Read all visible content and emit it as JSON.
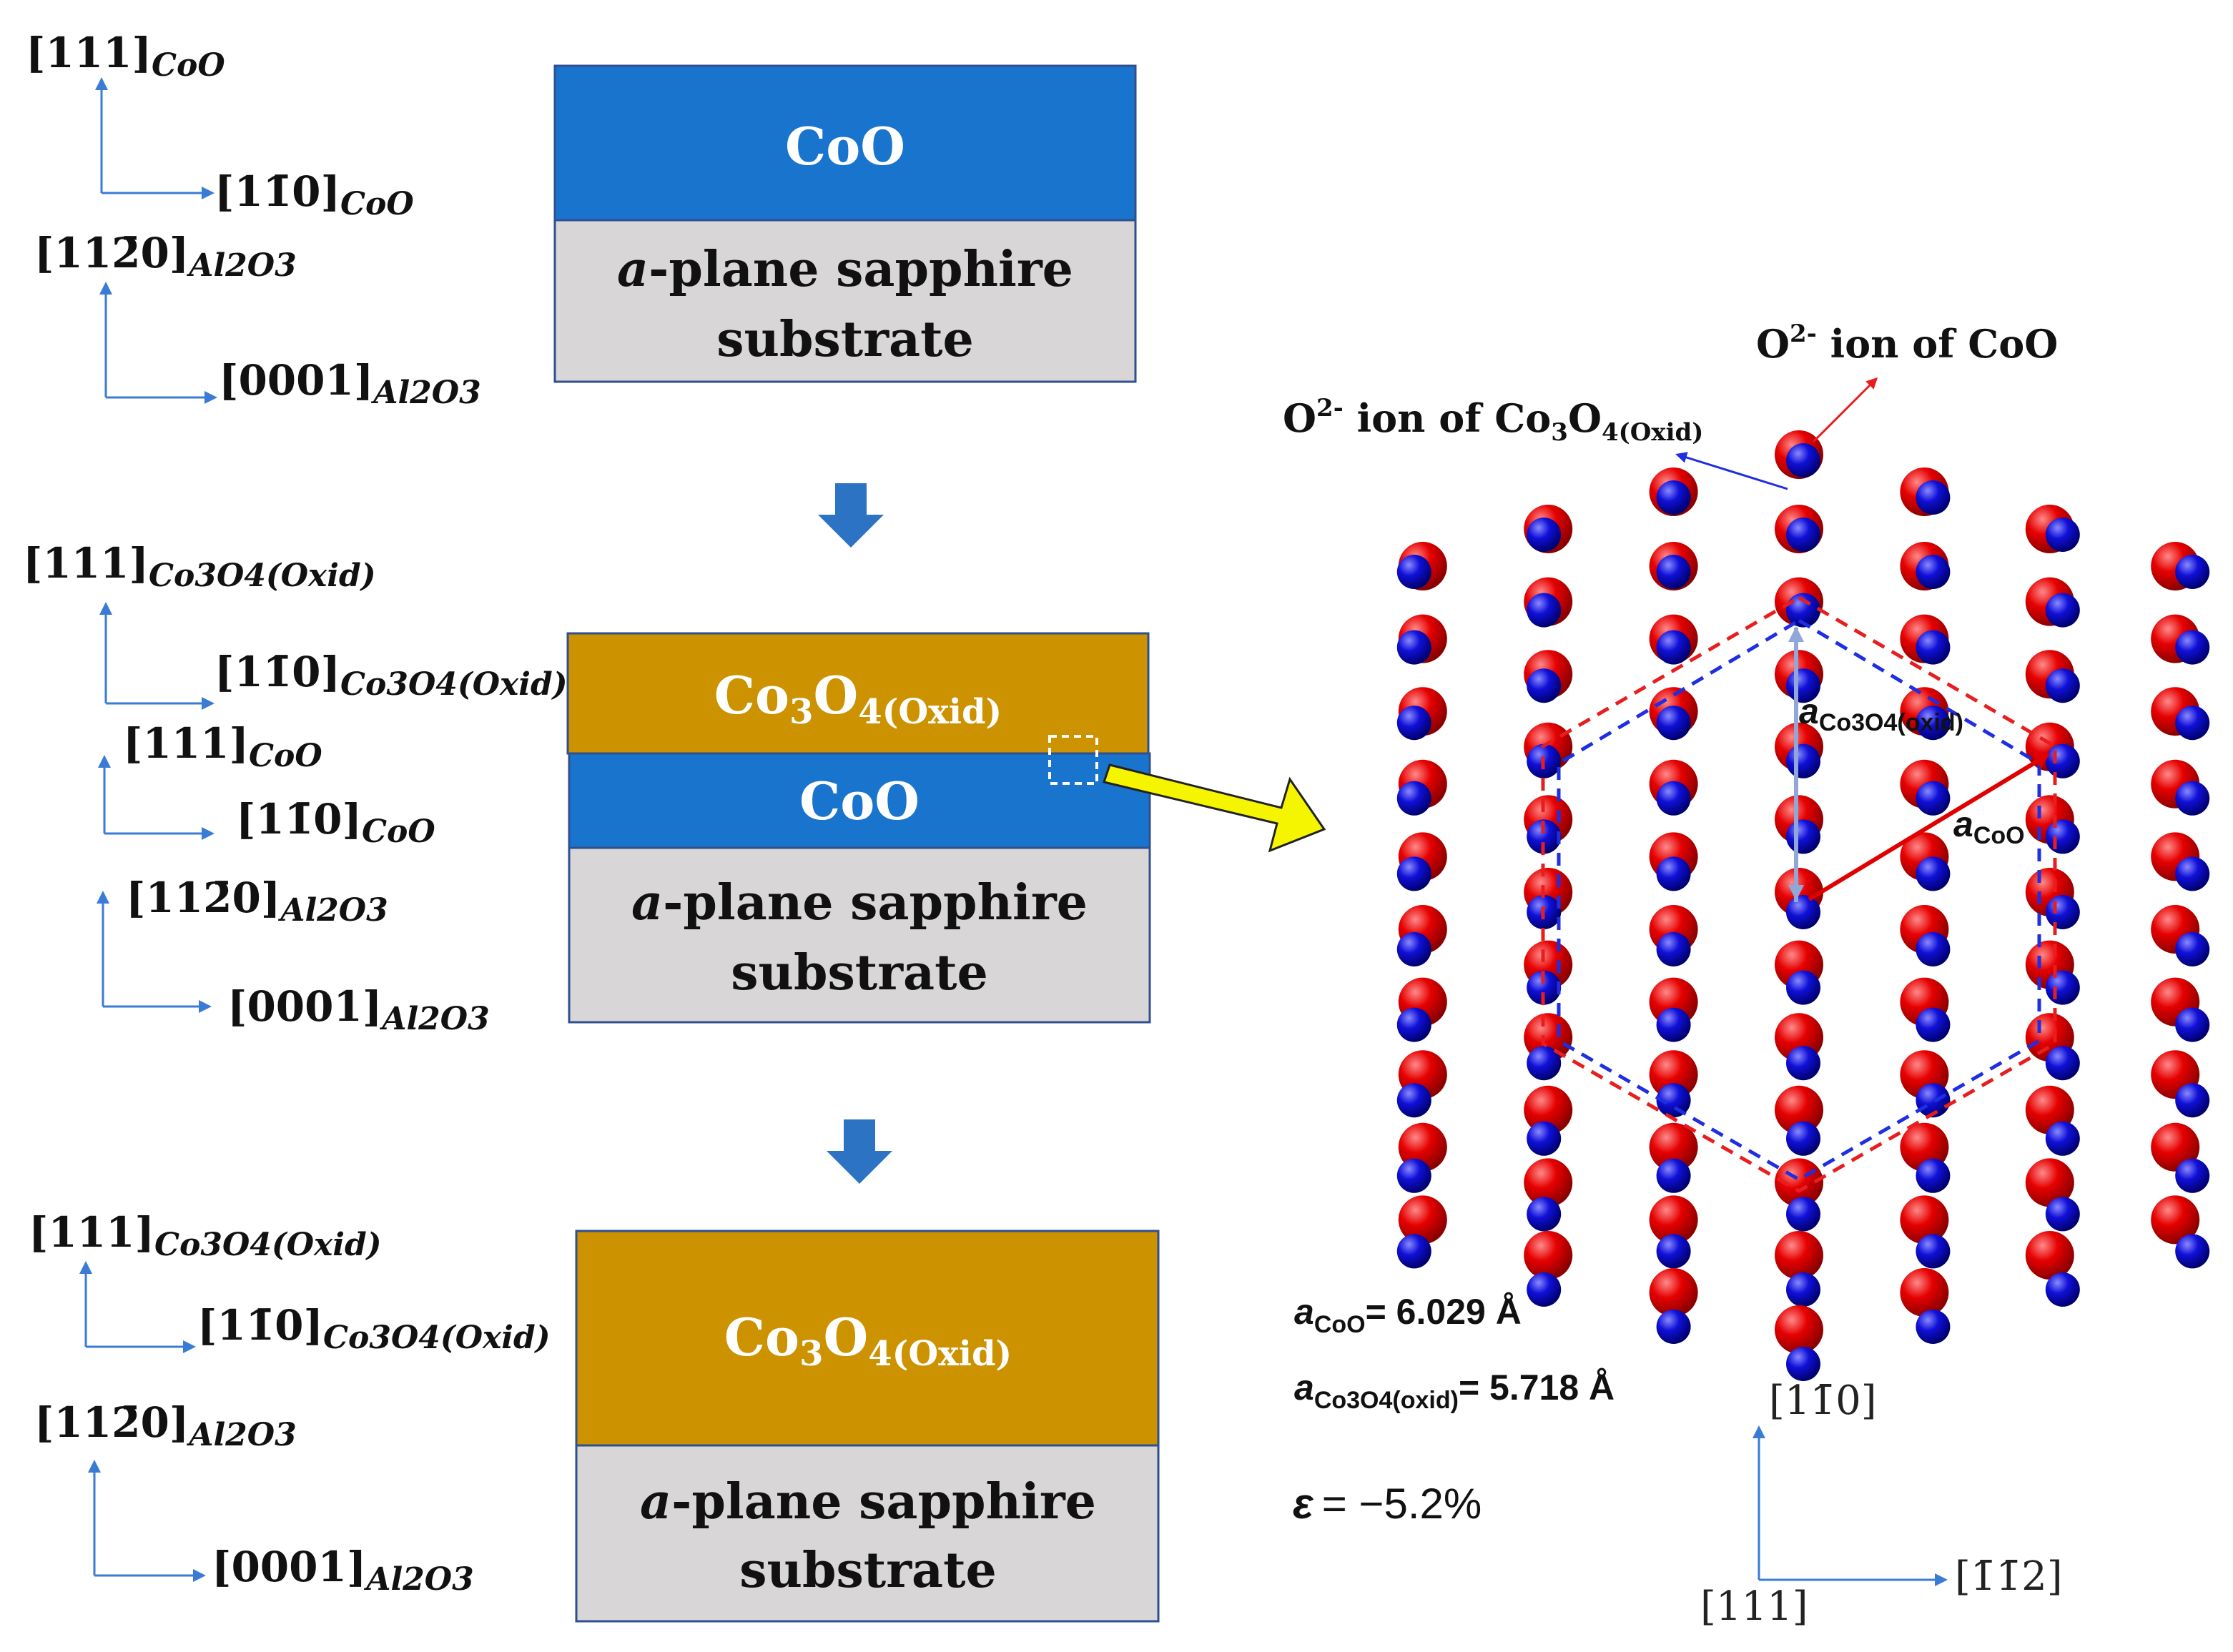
{
  "colors": {
    "coo_layer": "#1874CD",
    "co3o4_layer": "#CC9200",
    "substrate": "#D8D6D6",
    "layer_border": "#2F4F8F",
    "axis": "#3A7BD5",
    "process_arrow": "#2D73C4",
    "yellow_arrow": "#F5F500",
    "o_coo": "#E00000",
    "o_co3o4": "#0A0ACC",
    "hex_red": "#E81E1E",
    "hex_blue": "#1E2EE0",
    "vec_blue": "#8FA8D8",
    "vec_red": "#E00000"
  },
  "stacks": {
    "top": {
      "coo_label": "CoO",
      "substrate_line1_prefix": "a",
      "substrate_line1_rest": "-plane sapphire",
      "substrate_line2": "substrate"
    },
    "middle": {
      "co3o4_main": "Co",
      "co3o4_sub": "3",
      "co3o4_o": "O",
      "co3o4_sub2": "4(Oxid)",
      "coo_label": "CoO",
      "substrate_line1_prefix": "a",
      "substrate_line1_rest": "-plane sapphire",
      "substrate_line2": "substrate"
    },
    "bottom": {
      "co3o4_main": "Co",
      "co3o4_sub": "3",
      "co3o4_o": "O",
      "co3o4_sub2": "4(Oxid)",
      "substrate_line1_prefix": "a",
      "substrate_line1_rest": "-plane sapphire",
      "substrate_line2": "substrate"
    }
  },
  "axes_labels": {
    "dir_111": "[111]",
    "dir_1bar10": "[11̄0]",
    "dir_11bar20": "[112̄0]",
    "dir_0001": "[0001]",
    "sub_coo": "CoO",
    "sub_al2o3": "Al2O3",
    "sub_co3o4": "Co3O4(Oxid)"
  },
  "legend": {
    "o_coo_label": "O",
    "o_coo_sup": "2-",
    "o_coo_rest": " ion of CoO",
    "o_co3o4_label": "O",
    "o_co3o4_sup": "2-",
    "o_co3o4_rest1": " ion of Co",
    "o_co3o4_sub1": "3",
    "o_co3o4_rest2": "O",
    "o_co3o4_sub2": "4(Oxid)"
  },
  "lattice": {
    "vec_co3o4_a": "a",
    "vec_co3o4_sub": "Co3O4(oxid)",
    "vec_coo_a": "a",
    "vec_coo_sub": "CoO",
    "param_coo_a": "a",
    "param_coo_sub": "CoO",
    "param_coo_value": "= 6.029 Å",
    "param_co3o4_a": "a",
    "param_co3o4_sub": "Co3O4(oxid)",
    "param_co3o4_value": "= 5.718 Å",
    "strain_symbol": "ε",
    "strain_value": "= −5.2%",
    "dir_up": "[11̄0]",
    "dir_right": "[1̄1̄2]",
    "dir_origin": "[111]"
  }
}
